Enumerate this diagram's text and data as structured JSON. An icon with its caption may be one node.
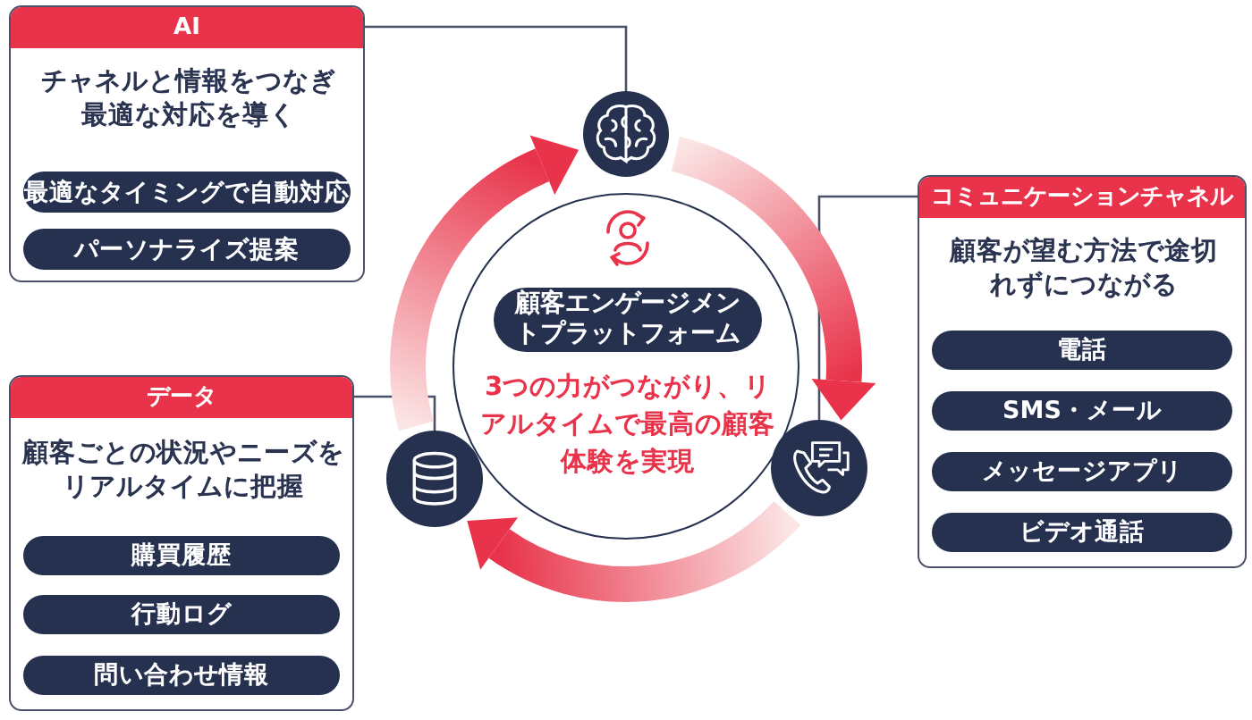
{
  "diagram": {
    "nodes": [
      {
        "text": [
          "AI",
          "チャネルと情報をつなぎ最適な対応を導く"
        ]
      },
      {
        "text": [
          "最適なタイミングで自動対応"
        ],
        "in": 0
      },
      {
        "text": [
          "パーソナライズ提案"
        ],
        "in": 0
      },
      {
        "text": [],
        "shape": "circle"
      },
      {
        "text": [
          "コミュニケーションチャネル",
          "顧客が望む方法で途切れずにつながる"
        ]
      },
      {
        "text": [
          "電話"
        ],
        "in": 4
      },
      {
        "text": [
          "SMS・メール"
        ],
        "in": 4
      },
      {
        "text": [
          "メッセージアプリ"
        ],
        "in": 4
      },
      {
        "text": [
          "ビデオ通話"
        ],
        "in": 4
      },
      {
        "text": [
          "3つの力がつながり、リアルタイムで最高の顧客体験を実現"
        ]
      },
      {
        "text": [
          "顧客エンゲージメントプラットフォーム"
        ],
        "in": 9
      },
      {
        "text": [
          "データ",
          "顧客ごとの状況やニーズをリアルタイムに把握"
        ]
      },
      {
        "text": [
          "購買履歴"
        ],
        "in": 11
      },
      {
        "text": [
          "行動ログ"
        ],
        "in": 11
      },
      {
        "text": [
          "問い合わせ情報"
        ],
        "in": 11
      },
      {
        "text": [],
        "shape": "circle"
      },
      {
        "text": [],
        "shape": "circle"
      }
    ],
    "edges": [
      {
        "from": 0,
        "to": 3,
        "arrow": "none"
      },
      {
        "from": 4,
        "to": 16,
        "arrow": "none"
      },
      {
        "from": 11,
        "to": 15,
        "arrow": "none"
      },
      {
        "from": 15,
        "to": 3,
        "arrow": "to",
        "style": "thick",
        "color": "#e8334a"
      },
      {
        "from": 3,
        "to": 16,
        "arrow": "to",
        "style": "thick",
        "color": "#e8334a"
      },
      {
        "from": 16,
        "to": 15,
        "arrow": "to",
        "style": "thick",
        "color": "#e8334a"
      }
    ]
  }
}
